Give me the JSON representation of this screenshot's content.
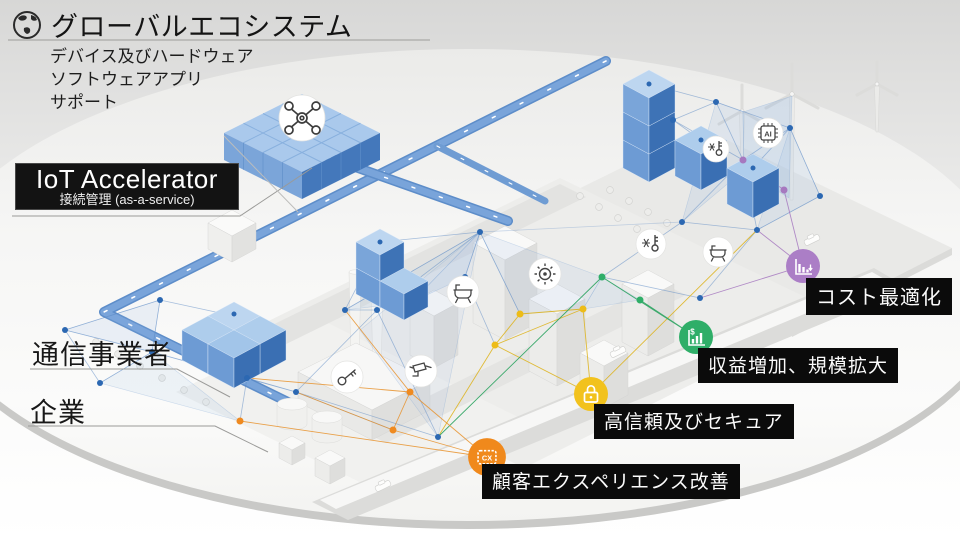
{
  "header": {
    "title": "グローバルエコシステム",
    "subtitles": [
      "デバイス及びハードウェア",
      "ソフトウェアアプリ",
      "サポート"
    ]
  },
  "accelerator": {
    "title": "IoT Accelerator",
    "subtitle": "接続管理 (as-a-service)"
  },
  "actors": {
    "operator": "通信事業者",
    "enterprise": "企業"
  },
  "benefits": [
    {
      "id": "cost",
      "label": "コスト最適化",
      "color": "#ab7ec6",
      "icon": "cost-optimization-chart-icon"
    },
    {
      "id": "revenue",
      "label": "収益増加、規模拡大",
      "color": "#2fae68",
      "icon": "revenue-growth-chart-icon",
      "icon_text": "$"
    },
    {
      "id": "secure",
      "label": "高信頼及びセキュア",
      "color": "#f2c21d",
      "icon": "padlock-icon"
    },
    {
      "id": "cx",
      "label": "顧客エクスペリエンス改善",
      "color": "#f0891c",
      "icon": "cx-badge-icon",
      "icon_text": "CX"
    }
  ],
  "scene": {
    "ai_chip_text": "AI",
    "icons": [
      "globe-icon",
      "iot-network-icon",
      "ai-chip-icon",
      "thermometer-icon",
      "smart-cart-icon",
      "gear-icon",
      "bathtub-icon",
      "key-icon",
      "security-camera-icon",
      "wind-turbine",
      "blue-cube-cluster",
      "city-road"
    ]
  },
  "palette": {
    "cube_blue": "#3e73b6",
    "road_blue": "#6b99d1",
    "label_bg": "#0b0b0b"
  }
}
